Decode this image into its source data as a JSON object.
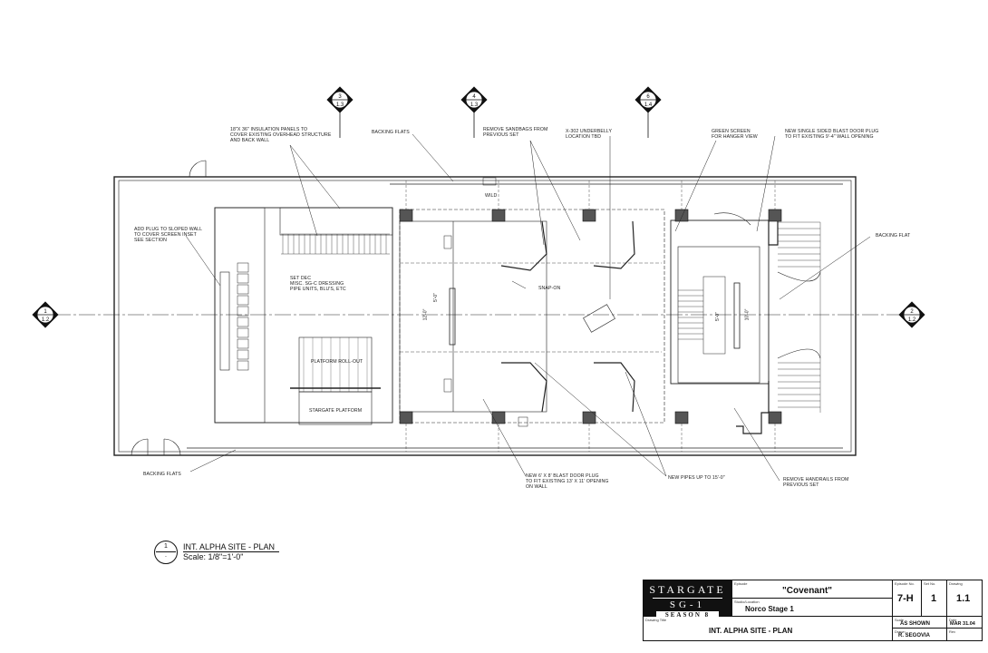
{
  "grid_bubbles": {
    "top": [
      {
        "num": "3",
        "ref": "1.3"
      },
      {
        "num": "4",
        "ref": "1.3"
      },
      {
        "num": "6",
        "ref": "1.4"
      }
    ],
    "left": {
      "num": "1",
      "ref": "1.2"
    },
    "right": {
      "num": "2",
      "ref": "1.2"
    }
  },
  "notes": {
    "insulation": "18\"X 36\" INSULATION PANELS TO\nCOVER EXISTING OVERHEAD STRUCTURE\nAND BACK WALL",
    "backing_flats_top": "BACKING FLATS",
    "remove_sandbags": "REMOVE SANDBAGS FROM\nPREVIOUS SET",
    "underbelly": "X-302 UNDERBELLY\nLOCATION TBD",
    "green_screen": "GREEN SCREEN\nFOR HANGER VIEW",
    "blast_door_plug_single": "NEW SINGLE SIDED BLAST DOOR PLUG\nTO FIT EXISTING 9'-4\" WALL OPENING",
    "add_plug": "ADD PLUG TO SLOPED WALL\nTO COVER SCREEN INSET\nSEE SECTION",
    "backing_flat_right": "BACKING FLAT",
    "set_dec": "SET DEC\nMISC. SG-C DRESSING\nPIPE UNITS, BLU'S, ETC",
    "wild": "WILD",
    "snap_on": "SNAP-ON",
    "platform_rollout": "PLATFORM ROLL-OUT",
    "stargate_platform": "STARGATE PLATFORM",
    "backing_flats_bottom": "BACKING FLATS",
    "blast_door_plug_new": "NEW 6' X 8' BLAST DOOR PLUG\nTO FIT EXISTING 13' X 11' OPENING\nON WALL",
    "new_pipes": "NEW PIPES UP TO 15'-0\"",
    "remove_handrails": "REMOVE HANDRAILS FROM\nPREVIOUS SET"
  },
  "dimensions": {
    "d1": "5'-0\"",
    "d2": "12'-0\"",
    "d3": "5'-0\"",
    "d4": "10'-0\""
  },
  "view_title": {
    "num": "1",
    "sheet": "-",
    "title": "INT. ALPHA SITE - PLAN",
    "scale": "Scale:  1/8\"=1'-0\""
  },
  "title_block": {
    "logo_line1": "STARGATE",
    "logo_line2": "SG-1",
    "logo_line3": "SEASON 8",
    "episode_label": "Episode",
    "episode": "\"Covenant\"",
    "studio_label": "Studio/Location",
    "studio": "Norco Stage 1",
    "episode_no_label": "Episode No.",
    "episode_no": "7-H",
    "set_no_label": "Set No.",
    "set_no": "1",
    "drawing_no_label": "Drawing",
    "drawing_no": "1.1",
    "drawing_title_label": "Drawing Title",
    "drawing_title": "INT. ALPHA SITE - PLAN",
    "scale_label": "Scale",
    "scale": "AS SHOWN",
    "date_label": "Date",
    "date": "MAR 31.04",
    "drawn_label": "Drawn",
    "drawn": "R. SEGOVIA",
    "rev_label": "Rev"
  }
}
